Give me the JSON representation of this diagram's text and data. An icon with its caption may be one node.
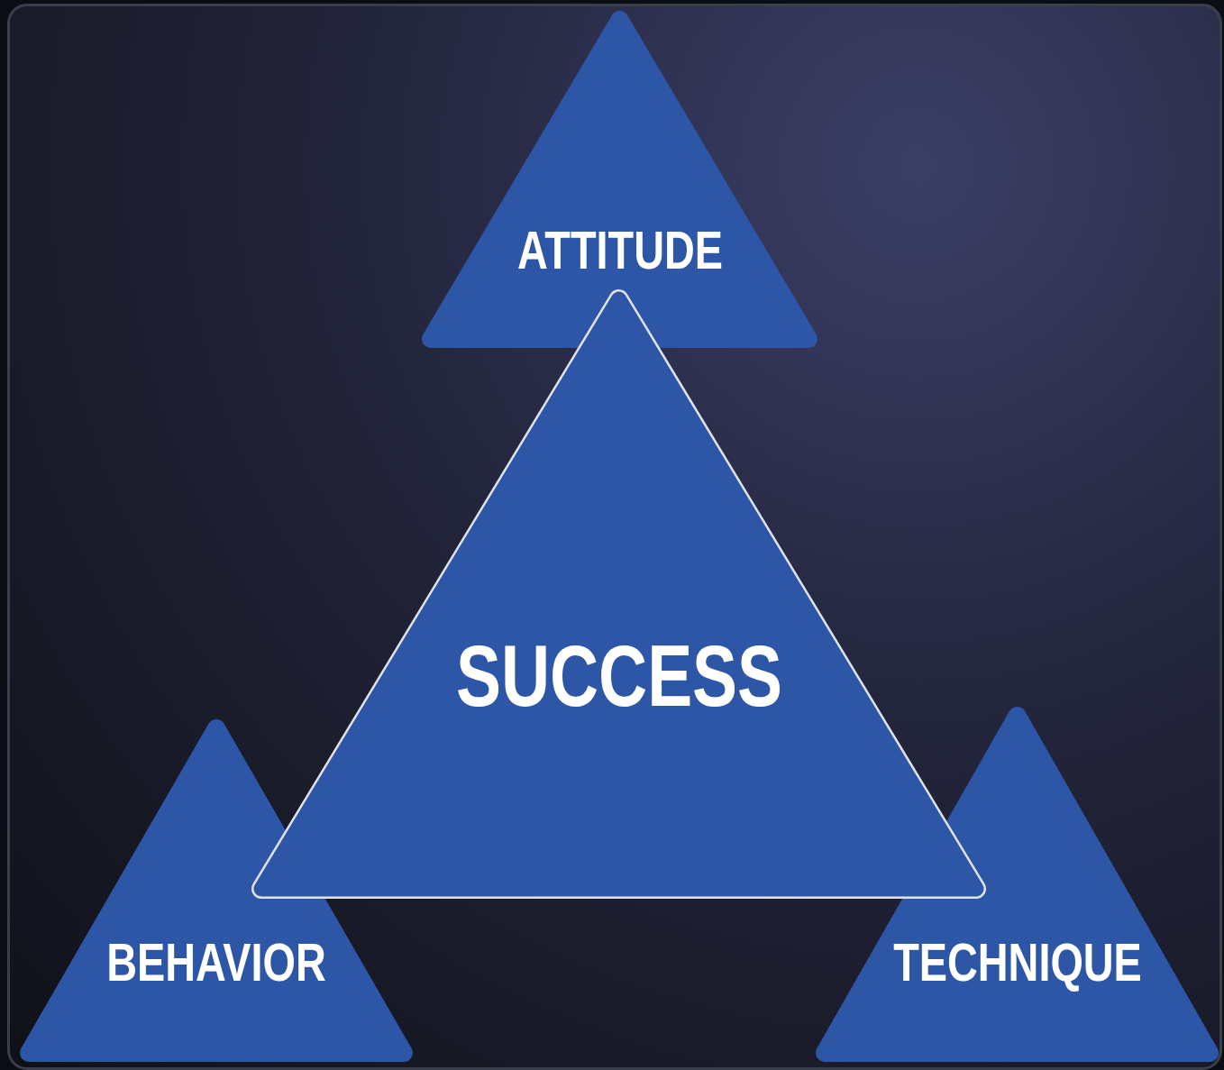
{
  "diagram": {
    "nodes": [
      {
        "text": [
          "ATTITUDE"
        ]
      },
      {
        "text": [
          "SUCCESS"
        ]
      },
      {
        "text": [
          "BEHAVIOR"
        ]
      },
      {
        "text": [
          "TECHNIQUE"
        ]
      }
    ]
  }
}
